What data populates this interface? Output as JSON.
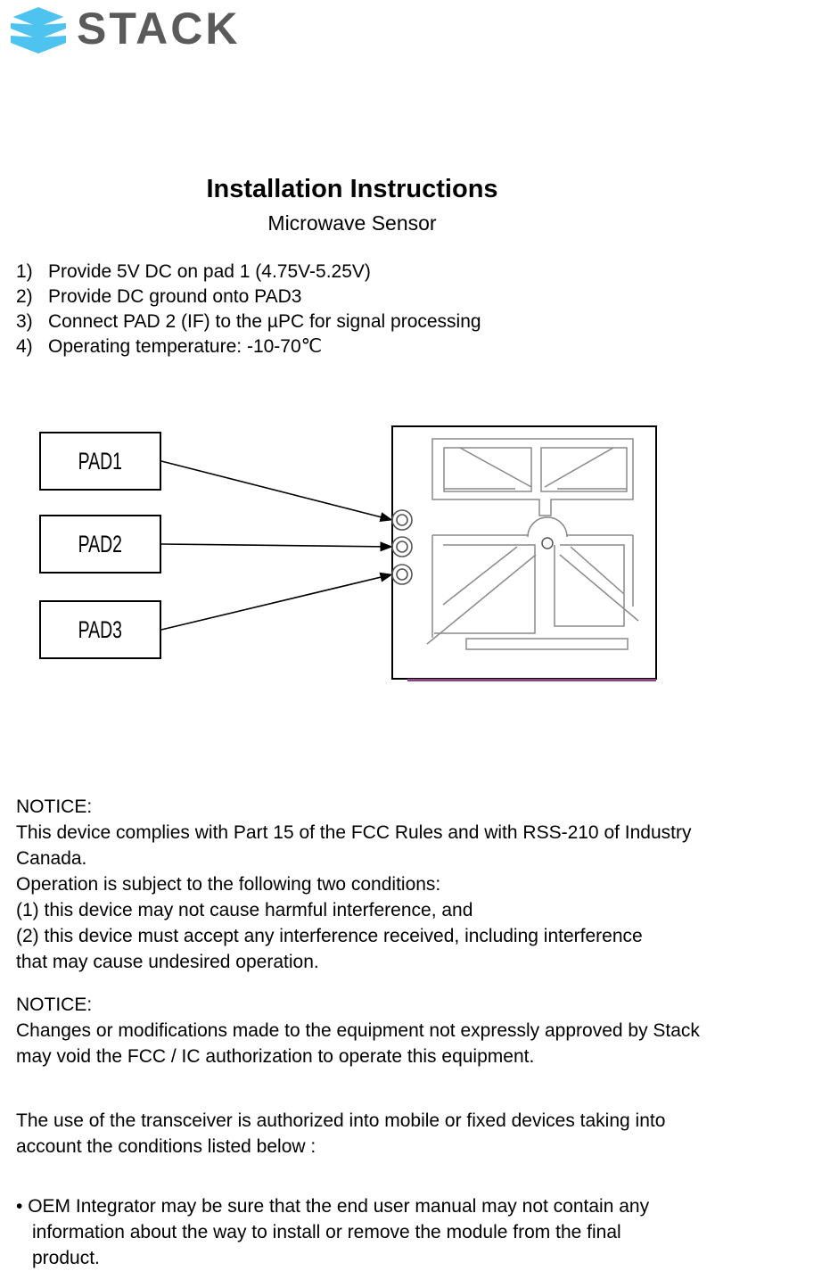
{
  "brand": {
    "wordmark": "STACK",
    "logo_icon": "stacked-layers-icon",
    "logo_color": "#4EC3F0",
    "wordmark_color": "#5a5a5a"
  },
  "title": {
    "main": "Installation Instructions",
    "sub": "Microwave Sensor"
  },
  "steps": [
    {
      "num": "1)",
      "text": "Provide 5V DC on pad 1 (4.75V-5.25V)"
    },
    {
      "num": "2)",
      "text": "Provide  DC ground onto PAD3"
    },
    {
      "num": "3)",
      "text": "Connect PAD 2 (IF) to the µPC for signal processing"
    },
    {
      "num": "4)",
      "text": "Operating temperature: -10-70℃"
    }
  ],
  "diagram": {
    "pad_labels": [
      "PAD1",
      "PAD2",
      "PAD3"
    ],
    "pad_count": 3,
    "board_outline_color": "#000000",
    "antenna_trace_color": "#808080",
    "bottom_edge_color": "#8E4585",
    "arrow_color": "#000000",
    "component": "microwave-sensor-board"
  },
  "notices": {
    "notice_1": {
      "heading": "NOTICE:",
      "lines": [
        "This device complies with Part 15 of the FCC Rules and with RSS-210 of Industry",
        "Canada.",
        "Operation is subject to the following two conditions:",
        "(1) this device may not cause harmful interference, and",
        "(2) this device must accept any interference received, including interference",
        "that may cause undesired operation."
      ]
    },
    "notice_2": {
      "heading": "NOTICE:",
      "lines": [
        "Changes or modifications made to the equipment not expressly approved by Stack",
        "may void the FCC / IC authorization to operate this equipment."
      ]
    },
    "paragraph_1": {
      "lines": [
        "The use of the transceiver is authorized into mobile or fixed devices taking into",
        "account the conditions listed below :"
      ]
    },
    "bullet_1": {
      "marker": "•",
      "first_line": "OEM Integrator may be sure that the end user manual may not contain any",
      "continuation": [
        "information about the way to install or remove the module from the final",
        "product."
      ]
    }
  }
}
